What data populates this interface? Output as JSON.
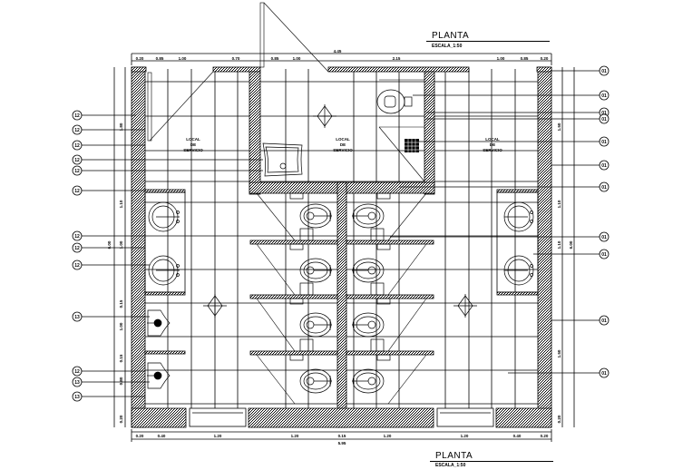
{
  "drawing": {
    "title_top": {
      "label": "PLANTA",
      "scale": "ESCALA_1:50"
    },
    "title_bottom": {
      "label": "PLANTA",
      "scale": "ESCALA_1:50"
    },
    "colors": {
      "line": "#000000",
      "background": "#ffffff",
      "title_text": "#1a1a1a"
    }
  },
  "dimensions": {
    "top_overall": "4.45",
    "top_segments": [
      "0.20",
      "0.85",
      "1.00",
      "0.70",
      "0.85",
      "1.00",
      "2.15",
      "1.00",
      "0.85",
      "0.20"
    ],
    "bottom_overall": "5.95",
    "bottom_segments": [
      "0.20",
      "0.40",
      "1.20",
      "1.20",
      "0.15",
      "1.20",
      "1.20",
      "0.40",
      "0.20"
    ],
    "left_overall": "6.00",
    "left_segments": [
      "1.80",
      "0.15",
      "1.10",
      "0.15",
      "1.00",
      "0.15",
      "1.00",
      "0.15",
      "0.80",
      "0.20"
    ],
    "right_overall": "6.00",
    "right_segments": [
      "1.50",
      "0.15",
      "1.10",
      "1.10",
      "1.50",
      "0.20"
    ]
  },
  "rooms": [
    {
      "name": "LOCAL",
      "line2": "DE",
      "line3": "SERVICIO"
    },
    {
      "name": "LOCAL",
      "line2": "DE",
      "line3": "SERVICIO"
    },
    {
      "name": "LOCAL",
      "line2": "DE",
      "line3": "SERVICIO"
    }
  ],
  "callouts_left": [
    "12",
    "12",
    "12",
    "12",
    "12",
    "12",
    "12",
    "12",
    "12",
    "13",
    "12",
    "13",
    "13"
  ],
  "callouts_right": [
    "01",
    "01",
    "01",
    "01",
    "01",
    "01",
    "01",
    "01",
    "01",
    "01",
    "01"
  ],
  "fixtures": {
    "toilets": 9,
    "lavatories": 4,
    "urinals": 2,
    "mop_sink": 1,
    "floor_drain": 1
  }
}
